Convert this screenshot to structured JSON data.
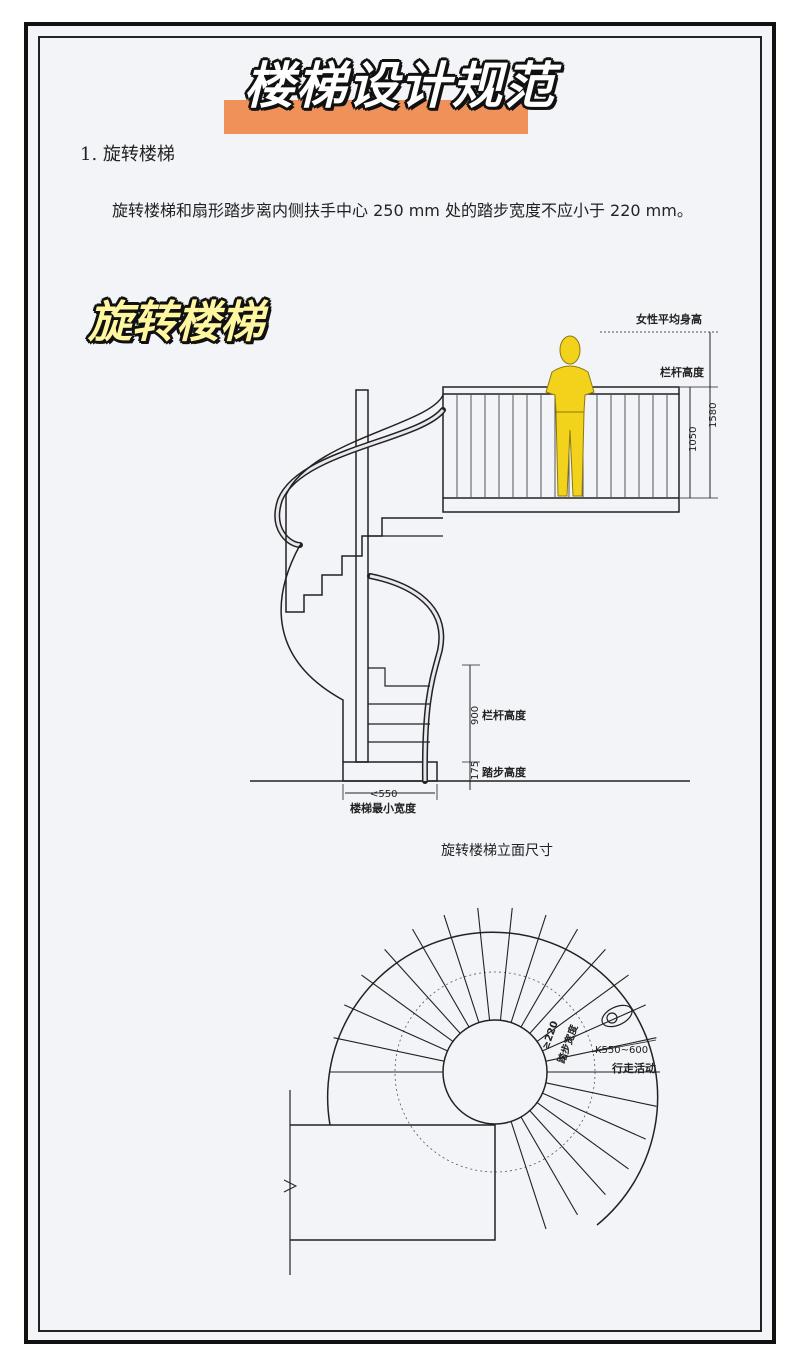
{
  "title": "楼梯设计规范",
  "section": {
    "heading": "1. 旋转楼梯",
    "body": "旋转楼梯和扇形踏步离内侧扶手中心 250 mm 处的踏步宽度不应小于 220 mm。"
  },
  "subtitle": "旋转楼梯",
  "elevation": {
    "caption": "旋转楼梯立面尺寸",
    "labels": {
      "woman_height": "女性平均身高",
      "railing_height_top": "栏杆高度",
      "railing_height_bottom": "栏杆高度",
      "step_height": "踏步高度",
      "min_width": "楼梯最小宽度"
    },
    "dims": {
      "d1580": "1580",
      "d1050": "1050",
      "d900": "900",
      "d175": "175",
      "w550": "<550"
    }
  },
  "plan": {
    "tread_dim": "≥220",
    "step_width": "踏步宽度",
    "walk_width": "K550~600",
    "walk_label": "行走活动"
  },
  "colors": {
    "accent": "#f0915a",
    "figure": "#f2d21a"
  }
}
